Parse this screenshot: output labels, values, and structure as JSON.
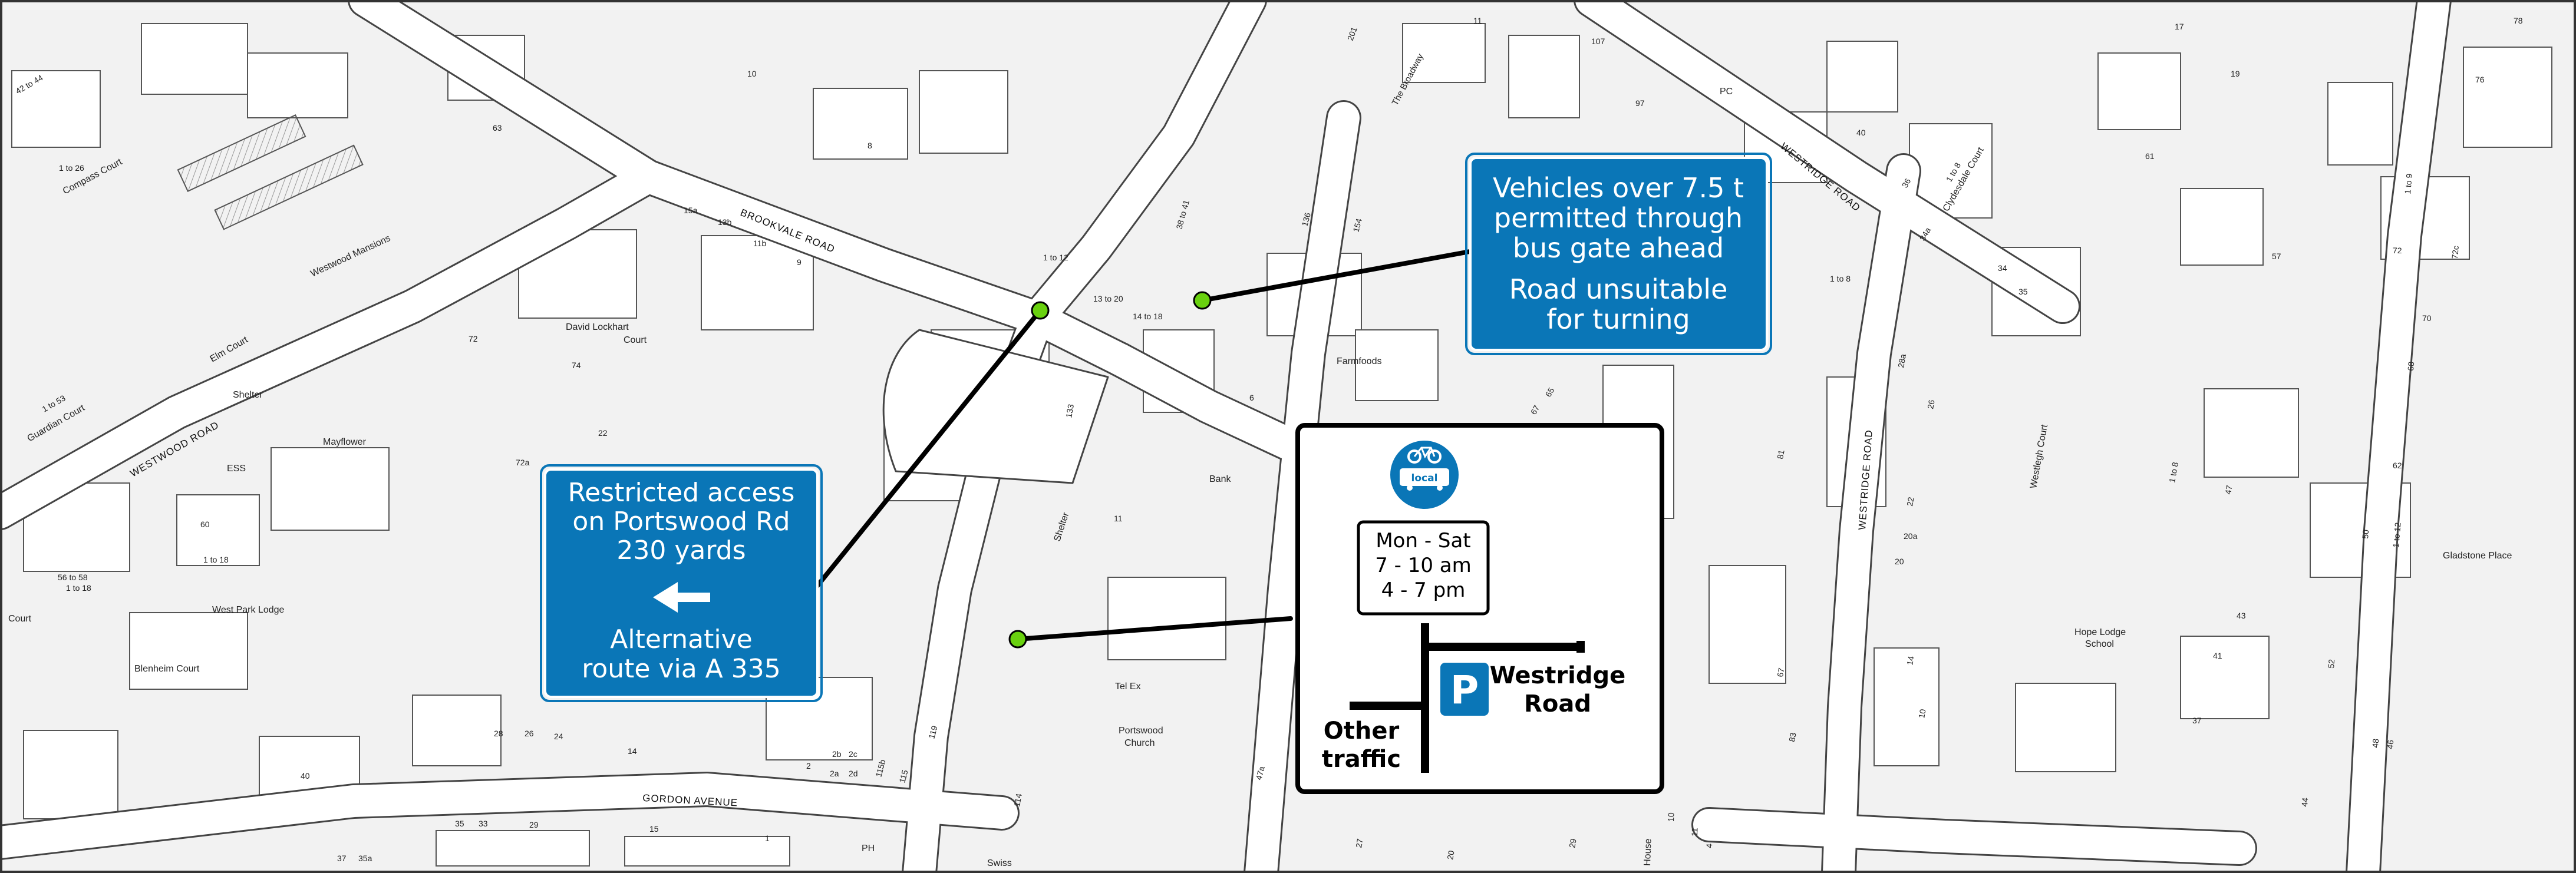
{
  "colors": {
    "sign_blue": "#0a76b7",
    "pin_green": "#69d10f",
    "road_fill": "#ffffff",
    "block_fill": "#f2f2f2",
    "outline": "#333333"
  },
  "map": {
    "roads": {
      "brookvale": "BROOKVALE ROAD",
      "westwood": "WESTWOOD ROAD",
      "gordon": "GORDON AVENUE",
      "westridge_east": "WESTRIDGE ROAD",
      "westridge_west": "WESTRIDGE ROAD",
      "broadway": "The Broadway"
    },
    "places": [
      {
        "key": "compass",
        "text": "Compass Court"
      },
      {
        "key": "westwood_mansions",
        "text": "Westwood Mansions"
      },
      {
        "key": "elm",
        "text": "Elm Court"
      },
      {
        "key": "guardian",
        "text": "Guardian Court"
      },
      {
        "key": "shelter1",
        "text": "Shelter"
      },
      {
        "key": "mayflower",
        "text": "Mayflower"
      },
      {
        "key": "ess",
        "text": "ESS"
      },
      {
        "key": "westpark",
        "text": "West Park Lodge"
      },
      {
        "key": "blenheim",
        "text": "Blenheim Court"
      },
      {
        "key": "court",
        "text": "Court"
      },
      {
        "key": "david1",
        "text": "David Lockhart"
      },
      {
        "key": "david2",
        "text": "Court"
      },
      {
        "key": "farmfoods",
        "text": "Farmfoods"
      },
      {
        "key": "bank",
        "text": "Bank"
      },
      {
        "key": "shelter2",
        "text": "Shelter"
      },
      {
        "key": "telex",
        "text": "Tel Ex"
      },
      {
        "key": "portswood1",
        "text": "Portswood"
      },
      {
        "key": "portswood2",
        "text": "Church"
      },
      {
        "key": "pc",
        "text": "PC"
      },
      {
        "key": "clydesdale",
        "text": "Clydesdale Court"
      },
      {
        "key": "westlegh",
        "text": "Westlegh Court"
      },
      {
        "key": "hope1",
        "text": "Hope Lodge"
      },
      {
        "key": "hope2",
        "text": "School"
      },
      {
        "key": "gladstone",
        "text": "Gladstone Place"
      },
      {
        "key": "ph",
        "text": "PH"
      },
      {
        "key": "swiss",
        "text": "Swiss"
      },
      {
        "key": "house",
        "text": "House"
      }
    ],
    "numbers": [
      {
        "key": "n1",
        "text": "42 to 44"
      },
      {
        "key": "n2",
        "text": "1 to 26"
      },
      {
        "key": "n3",
        "text": "10"
      },
      {
        "key": "n4",
        "text": "63"
      },
      {
        "key": "n5",
        "text": "8"
      },
      {
        "key": "n6",
        "text": "201"
      },
      {
        "key": "n7",
        "text": "11"
      },
      {
        "key": "n8",
        "text": "107"
      },
      {
        "key": "n9",
        "text": "97"
      },
      {
        "key": "n10",
        "text": "40"
      },
      {
        "key": "n11",
        "text": "17"
      },
      {
        "key": "n12",
        "text": "19"
      },
      {
        "key": "n13",
        "text": "78"
      },
      {
        "key": "n14",
        "text": "76"
      },
      {
        "key": "n15",
        "text": "1 to 12"
      },
      {
        "key": "n16",
        "text": "13 to 20"
      },
      {
        "key": "n17",
        "text": "14 to 18"
      },
      {
        "key": "n18",
        "text": "38 to 41"
      },
      {
        "key": "n19",
        "text": "15a"
      },
      {
        "key": "n20",
        "text": "13b"
      },
      {
        "key": "n21",
        "text": "11b"
      },
      {
        "key": "n22",
        "text": "9"
      },
      {
        "key": "n23",
        "text": "72"
      },
      {
        "key": "n24",
        "text": "74"
      },
      {
        "key": "n25",
        "text": "22"
      },
      {
        "key": "n26",
        "text": "72a"
      },
      {
        "key": "n27",
        "text": "133"
      },
      {
        "key": "n28",
        "text": "1 to 53"
      },
      {
        "key": "n29",
        "text": "60"
      },
      {
        "key": "n30",
        "text": "1 to 18"
      },
      {
        "key": "n31",
        "text": "56 to 58"
      },
      {
        "key": "n32",
        "text": "1 to 18"
      },
      {
        "key": "n33",
        "text": "28"
      },
      {
        "key": "n34",
        "text": "26"
      },
      {
        "key": "n35",
        "text": "24"
      },
      {
        "key": "n36",
        "text": "14"
      },
      {
        "key": "n37",
        "text": "40"
      },
      {
        "key": "n38",
        "text": "2"
      },
      {
        "key": "n39",
        "text": "2a"
      },
      {
        "key": "n40",
        "text": "2b"
      },
      {
        "key": "n41",
        "text": "2c"
      },
      {
        "key": "n42",
        "text": "2d"
      },
      {
        "key": "n43",
        "text": "115b"
      },
      {
        "key": "n44",
        "text": "115"
      },
      {
        "key": "n45",
        "text": "119"
      },
      {
        "key": "n46",
        "text": "11"
      },
      {
        "key": "n47",
        "text": "136"
      },
      {
        "key": "n48",
        "text": "154"
      },
      {
        "key": "n49",
        "text": "6"
      },
      {
        "key": "n50",
        "text": "1 to 8"
      },
      {
        "key": "n51",
        "text": "36"
      },
      {
        "key": "n52",
        "text": "1 to 8"
      },
      {
        "key": "n53",
        "text": "34a"
      },
      {
        "key": "n54",
        "text": "34"
      },
      {
        "key": "n55",
        "text": "35"
      },
      {
        "key": "n56",
        "text": "61"
      },
      {
        "key": "n57",
        "text": "57"
      },
      {
        "key": "n58",
        "text": "1 to 9"
      },
      {
        "key": "n59",
        "text": "72"
      },
      {
        "key": "n60",
        "text": "72c"
      },
      {
        "key": "n61",
        "text": "70"
      },
      {
        "key": "n62",
        "text": "68"
      },
      {
        "key": "n63",
        "text": "62"
      },
      {
        "key": "n64",
        "text": "28a"
      },
      {
        "key": "n65",
        "text": "26"
      },
      {
        "key": "n66",
        "text": "22"
      },
      {
        "key": "n67",
        "text": "20a"
      },
      {
        "key": "n68",
        "text": "20"
      },
      {
        "key": "n69",
        "text": "81"
      },
      {
        "key": "n70",
        "text": "1 to 8"
      },
      {
        "key": "n71",
        "text": "47"
      },
      {
        "key": "n72",
        "text": "1 to 12"
      },
      {
        "key": "n73",
        "text": "50"
      },
      {
        "key": "n74",
        "text": "43"
      },
      {
        "key": "n75",
        "text": "41"
      },
      {
        "key": "n76",
        "text": "37"
      },
      {
        "key": "n77",
        "text": "14"
      },
      {
        "key": "n78",
        "text": "10"
      },
      {
        "key": "n79",
        "text": "67"
      },
      {
        "key": "n80",
        "text": "83"
      },
      {
        "key": "n81",
        "text": "52"
      },
      {
        "key": "n82",
        "text": "48"
      },
      {
        "key": "n83",
        "text": "46"
      },
      {
        "key": "n84",
        "text": "44"
      },
      {
        "key": "n85",
        "text": "35"
      },
      {
        "key": "n86",
        "text": "33"
      },
      {
        "key": "n87",
        "text": "29"
      },
      {
        "key": "n88",
        "text": "15"
      },
      {
        "key": "n89",
        "text": "1"
      },
      {
        "key": "n90",
        "text": "37"
      },
      {
        "key": "n91",
        "text": "35a"
      },
      {
        "key": "n92",
        "text": "114"
      },
      {
        "key": "n93",
        "text": "47a"
      },
      {
        "key": "n94",
        "text": "10"
      },
      {
        "key": "n95",
        "text": "11"
      },
      {
        "key": "n96",
        "text": "4"
      },
      {
        "key": "n97",
        "text": "20"
      },
      {
        "key": "n98",
        "text": "27"
      },
      {
        "key": "n99",
        "text": "29"
      },
      {
        "key": "n100",
        "text": "67"
      },
      {
        "key": "n101",
        "text": "65"
      }
    ]
  },
  "signs": {
    "vehicles": {
      "line1": "Vehicles over 7.5 t",
      "line2": "permitted through",
      "line3": "bus gate ahead",
      "line4": "Road unsuitable",
      "line5": "for turning"
    },
    "restricted": {
      "line1": "Restricted access",
      "line2": "on Portswood Rd",
      "line3": "230 yards",
      "arrow_icon": "left-arrow-icon",
      "line4": "Alternative",
      "line5": "route via A 335"
    },
    "diagram": {
      "bus_icon": "bus-local-cycle-icon",
      "bus_label": "local",
      "times_line1": "Mon - Sat",
      "times_line2": "7 - 10 am",
      "times_line3": "4 - 7 pm",
      "parking_symbol": "P",
      "parking_line1": "Westridge",
      "parking_line2": "Road",
      "other_line1": "Other",
      "other_line2": "traffic"
    }
  }
}
